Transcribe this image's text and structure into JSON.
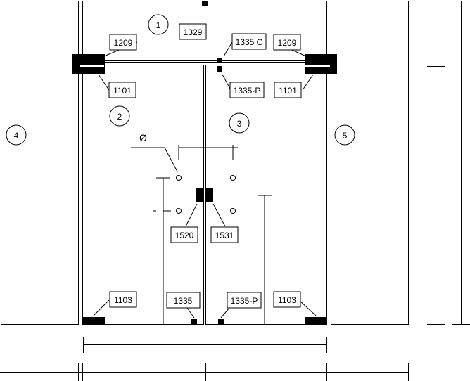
{
  "panels": {
    "p1": "1",
    "p2": "2",
    "p3": "3",
    "p4": "4",
    "p5": "5"
  },
  "labels": {
    "top_patch_center": "1329",
    "pivot_top_fixed": "1335 C",
    "pivot_top_pane": "1335-P",
    "top_left_corner": "1209",
    "top_right_corner": "1209",
    "patch_top_left": "1101",
    "patch_top_right": "1101",
    "lock_left": "1520",
    "lock_right": "1531",
    "patch_bottom_left": "1103",
    "patch_bottom_right": "1103",
    "floor_pivot_left": "1335",
    "floor_pivot_right": "1335-P"
  },
  "symbols": {
    "diameter": "Ø"
  }
}
